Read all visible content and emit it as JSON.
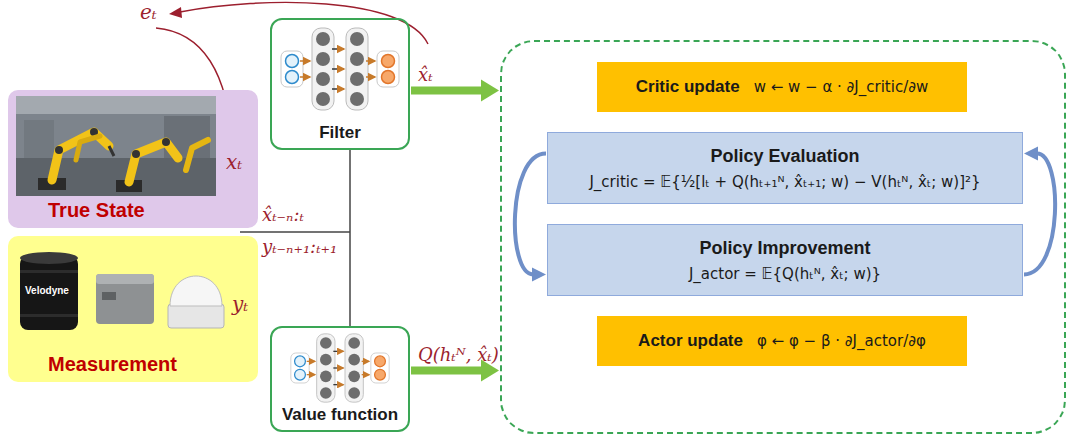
{
  "diagram": {
    "nodes": [
      {
        "text": [
          "True State"
        ]
      },
      {
        "text": [
          "Measurement"
        ]
      },
      {
        "text": [
          "Filter"
        ]
      },
      {
        "text": [
          "Value function"
        ]
      },
      {
        "text": []
      },
      {
        "text": [
          "Critic update",
          "w ← w − α · ∂J_critic/∂w"
        ],
        "in": 4
      },
      {
        "text": [
          "Policy Evaluation",
          "J_critic = 𝔼{½[lₜ + Q(hₜ₊₁ᴺ, x̂ₜ₊₁; w) − V(hₜᴺ, x̂ₜ; w)]²}"
        ],
        "in": 4
      },
      {
        "text": [
          "Policy Improvement",
          "J_actor = 𝔼{Q(hₜᴺ, x̂ₜ; w)}"
        ],
        "in": 4
      },
      {
        "text": [
          "Actor update",
          "φ ← φ − β · ∂J_actor/∂φ"
        ],
        "in": 4
      }
    ],
    "edges": [
      {
        "from": 2,
        "to": 4,
        "arrow": "to",
        "label": "x̂ₜ"
      },
      {
        "from": 3,
        "to": 4,
        "arrow": "to",
        "label": "Q(hₜᴺ, x̂ₜ)"
      },
      {
        "from": 2,
        "to": 3,
        "arrow": "none"
      },
      {
        "from": 6,
        "to": 7,
        "arrow": "to"
      },
      {
        "from": 7,
        "to": 6,
        "arrow": "to"
      }
    ],
    "labels": [
      "eₜ",
      "xₜ",
      "yₜ",
      "Velodyne",
      "x̂ₜ₋ₙ:ₜ",
      "yₜ₋ₙ₊₁:ₜ₊₁"
    ]
  }
}
